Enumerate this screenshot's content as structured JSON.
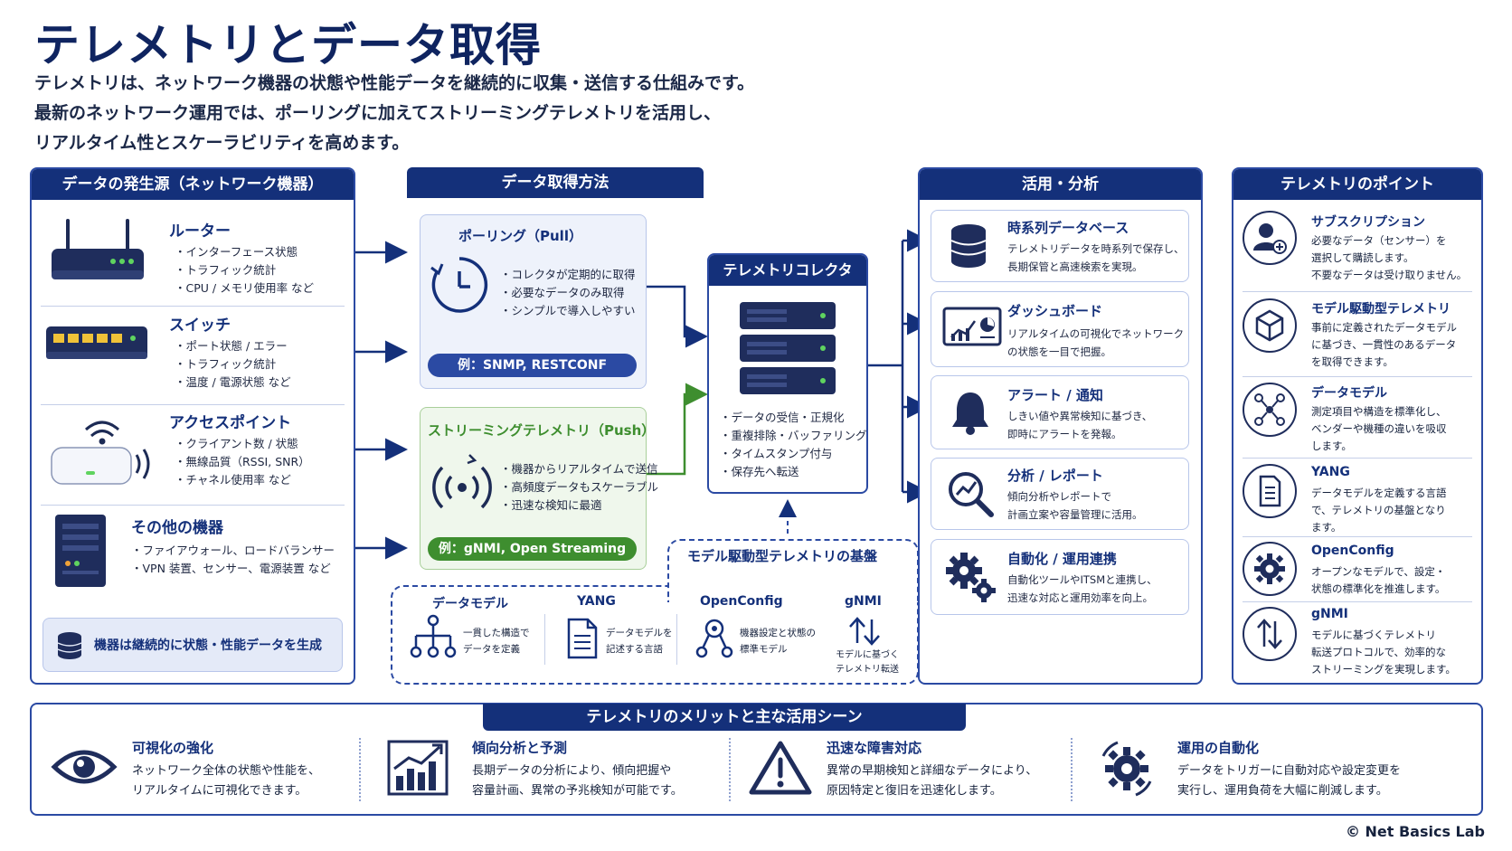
{
  "title": "テレメトリとデータ取得",
  "intro": [
    "テレメトリは、ネットワーク機器の状態や性能データを継続的に収集・送信する仕組みです。",
    "最新のネットワーク運用では、ポーリングに加えてストリーミングテレメトリを活用し、",
    "リアルタイム性とスケーラビリティを高めます。"
  ],
  "sources": {
    "title": "データの発生源（ネットワーク機器）",
    "devices": [
      {
        "name": "ルーター",
        "bullets": [
          "・インターフェース状態",
          "・トラフィック統計",
          "・CPU / メモリ使用率 など"
        ]
      },
      {
        "name": "スイッチ",
        "bullets": [
          "・ポート状態 / エラー",
          "・トラフィック統計",
          "・温度 / 電源状態 など"
        ]
      },
      {
        "name": "アクセスポイント",
        "bullets": [
          "・クライアント数 / 状態",
          "・無線品質（RSSI, SNR）",
          "・チャネル使用率 など"
        ]
      },
      {
        "name": "その他の機器",
        "bullets": [
          "・ファイアウォール、ロードバランサー",
          "・VPN 装置、センサー、電源装置 など"
        ]
      }
    ],
    "footer": "機器は継続的に状態・性能データを生成"
  },
  "methods": {
    "title": "データ取得方法",
    "polling": {
      "name": "ポーリング（Pull）",
      "bullets": [
        "・コレクタが定期的に取得",
        "・必要なデータのみ取得",
        "・シンプルで導入しやすい"
      ],
      "example": "例：SNMP, RESTCONF"
    },
    "streaming": {
      "name": "ストリーミングテレメトリ（Push）",
      "bullets": [
        "・機器からリアルタイムで送信",
        "・高頻度データもスケーラブル",
        "・迅速な検知に最適"
      ],
      "example": "例：gNMI, Open Streaming"
    }
  },
  "collector": {
    "title": "テレメトリコレクタ",
    "bullets": [
      "・データの受信・正規化",
      "・重複排除・バッファリング",
      "・タイムスタンプ付与",
      "・保存先へ転送"
    ]
  },
  "foundation": {
    "title": "モデル駆動型テレメトリの基盤",
    "items": [
      {
        "name": "データモデル",
        "desc": [
          "一貫した構造で",
          "データを定義"
        ]
      },
      {
        "name": "YANG",
        "desc": [
          "データモデルを",
          "記述する言語"
        ]
      },
      {
        "name": "OpenConfig",
        "desc": [
          "機器設定と状態の",
          "標準モデル"
        ]
      },
      {
        "name": "gNMI",
        "desc": [
          "モデルに基づく",
          "テレメトリ転送"
        ]
      }
    ]
  },
  "analysis": {
    "title": "活用・分析",
    "items": [
      {
        "name": "時系列データベース",
        "desc": [
          "テレメトリデータを時系列で保存し、",
          "長期保管と高速検索を実現。"
        ]
      },
      {
        "name": "ダッシュボード",
        "desc": [
          "リアルタイムの可視化でネットワーク",
          "の状態を一目で把握。"
        ]
      },
      {
        "name": "アラート / 通知",
        "desc": [
          "しきい値や異常検知に基づき、",
          "即時にアラートを発報。"
        ]
      },
      {
        "name": "分析 / レポート",
        "desc": [
          "傾向分析やレポートで",
          "計画立案や容量管理に活用。"
        ]
      },
      {
        "name": "自動化 / 運用連携",
        "desc": [
          "自動化ツールやITSMと連携し、",
          "迅速な対応と運用効率を向上。"
        ]
      }
    ]
  },
  "points": {
    "title": "テレメトリのポイント",
    "items": [
      {
        "name": "サブスクリプション",
        "desc": [
          "必要なデータ（センサー）を",
          "選択して購読します。",
          "不要なデータは受け取りません。"
        ]
      },
      {
        "name": "モデル駆動型テレメトリ",
        "desc": [
          "事前に定義されたデータモデル",
          "に基づき、一貫性のあるデータ",
          "を取得できます。"
        ]
      },
      {
        "name": "データモデル",
        "desc": [
          "測定項目や構造を標準化し、",
          "ベンダーや機種の違いを吸収",
          "します。"
        ]
      },
      {
        "name": "YANG",
        "desc": [
          "データモデルを定義する言語",
          "で、テレメトリの基盤となり",
          "ます。"
        ]
      },
      {
        "name": "OpenConfig",
        "desc": [
          "オープンなモデルで、設定・",
          "状態の標準化を推進します。"
        ]
      },
      {
        "name": "gNMI",
        "desc": [
          "モデルに基づくテレメトリ",
          "転送プロトコルで、効率的な",
          "ストリーミングを実現します。"
        ]
      }
    ]
  },
  "benefits": {
    "title": "テレメトリのメリットと主な活用シーン",
    "items": [
      {
        "name": "可視化の強化",
        "desc": [
          "ネットワーク全体の状態や性能を、",
          "リアルタイムに可視化できます。"
        ]
      },
      {
        "name": "傾向分析と予測",
        "desc": [
          "長期データの分析により、傾向把握や",
          "容量計画、異常の予兆検知が可能です。"
        ]
      },
      {
        "name": "迅速な障害対応",
        "desc": [
          "異常の早期検知と詳細なデータにより、",
          "原因特定と復旧を迅速化します。"
        ]
      },
      {
        "name": "運用の自動化",
        "desc": [
          "データをトリガーに自動対応や設定変更を",
          "実行し、運用負荷を大幅に削減します。"
        ]
      }
    ]
  },
  "copyright": "© Net Basics Lab",
  "colors": {
    "navy": "#14307a",
    "green": "#3e8e2f",
    "accent_blue": "#2b4aa3"
  }
}
